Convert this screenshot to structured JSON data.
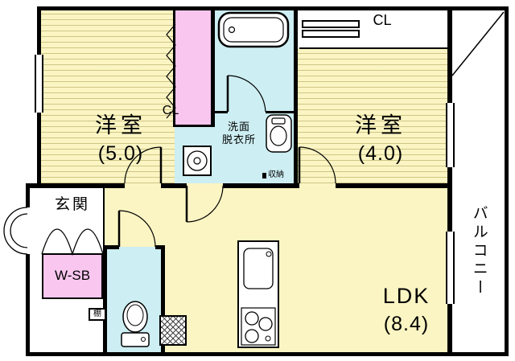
{
  "rooms": {
    "bedroom_west": {
      "name": "洋室",
      "size": "(5.0)"
    },
    "bedroom_east": {
      "name": "洋室",
      "size": "(4.0)"
    },
    "ldk": {
      "name": "LDK",
      "size": "(8.4)"
    },
    "washroom": {
      "name_line1": "洗面",
      "name_line2": "脱衣所"
    },
    "entrance": {
      "name": "玄関"
    },
    "balcony": {
      "name": "バルコニー"
    }
  },
  "fixtures": {
    "shoe_box": "W-SB",
    "closet_west": "CL",
    "closet_east": "CL",
    "storage": "収納",
    "shelf": "棚"
  },
  "colors": {
    "room_yellow": "#fbf5c3",
    "stripe_line": "#968a3c",
    "closet_pink": "#f8c6ef",
    "wet_area_blue": "#cdeef2",
    "wall_black": "#000000",
    "balcony_white": "#ffffff"
  },
  "icons": {
    "bathtub": "bathtub-icon",
    "washing_machine": "washing-machine-icon",
    "washbasin": "sink-icon",
    "toilet": "toilet-icon",
    "kitchen": "kitchen-counter-icon",
    "stove": "stove-icon",
    "doors": "door-arc-icon",
    "windows": "window-icon",
    "closet_shelf": "closet-shelf-icon",
    "pipe_space": "pipe-space-hatch"
  }
}
